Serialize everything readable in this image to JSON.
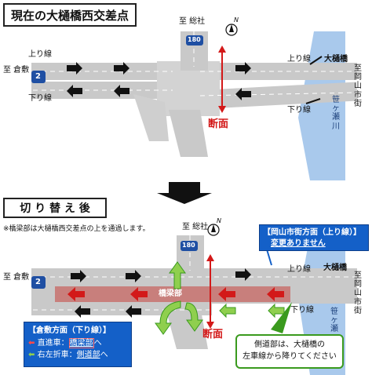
{
  "top": {
    "title": "現在の大樋橋西交差点",
    "to_soja": "至 総社",
    "to_kurashiki": "至 倉敷",
    "to_okayama": "至岡山市街",
    "west_up": "上り線",
    "west_down": "下り線",
    "east_up": "上り線",
    "east_down": "下り線",
    "ohashi": "大樋橋",
    "river": "笹ヶ瀬川",
    "section": "断面",
    "route2": "2",
    "route180": "180",
    "north": "N"
  },
  "bottom": {
    "title": "切 り 替 え 後",
    "note": "※橋梁部は大樋橋西交差点の上を通過します。",
    "to_soja": "至 総社",
    "to_kurashiki": "至 倉敷",
    "to_okayama": "至岡山市街",
    "east_up": "上り線",
    "east_down": "下り線",
    "ohashi": "大樋橋",
    "river": "笹ヶ瀬川",
    "section": "断面",
    "bridge": "橋梁部",
    "route2": "2",
    "route180": "180",
    "north": "N",
    "okayama_box": {
      "title": "【岡山市街方面（上り線）】",
      "body": "変更ありません"
    },
    "kurashiki_box": {
      "title": "【倉敷方面（下り線）】",
      "row1_prefix": "直進車：",
      "row1_link": "橋梁部",
      "row1_suffix": "へ",
      "row2_prefix": "右左折車：",
      "row2_link": "側道部",
      "row2_suffix": "へ"
    },
    "side_callout": {
      "line1": "側道部は、大樋橋の",
      "line2": "左車線から降りてください"
    }
  },
  "colors": {
    "road": "#c9c9c9",
    "lane": "#ffffff",
    "river": "#a9c9ec",
    "route_shield": "#1f4fa3",
    "bridge": "#c8726e",
    "arrow_red": "#d31919",
    "arrow_green": "#8fcf4e",
    "box_blue": "#1460c8",
    "callout_green": "#3a9a1e"
  }
}
